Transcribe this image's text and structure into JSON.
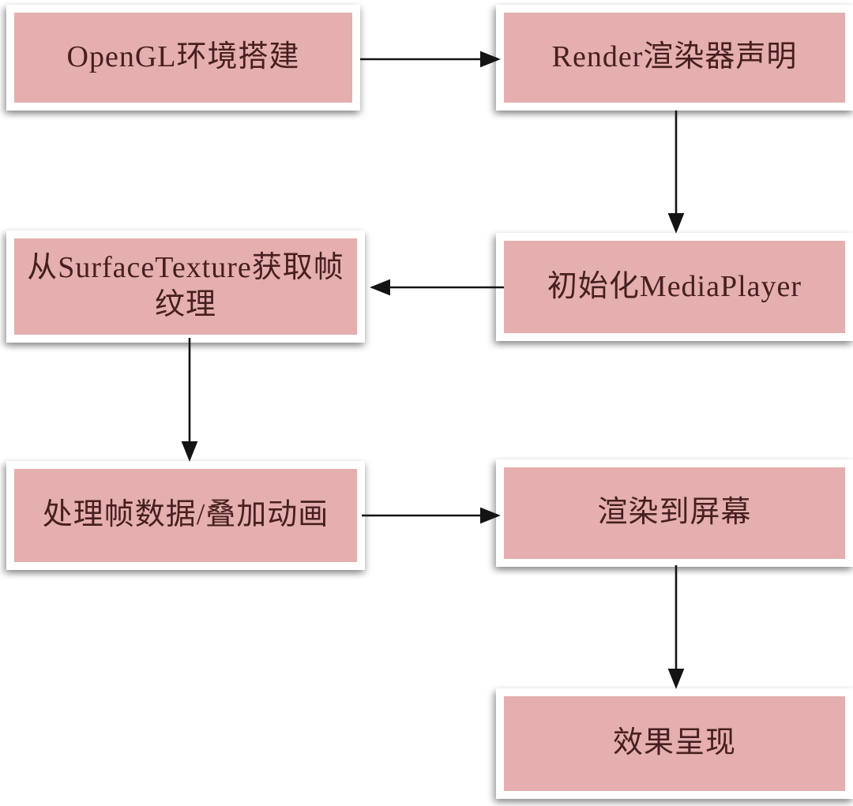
{
  "diagram": {
    "type": "flowchart",
    "nodes": [
      {
        "id": "opengl-env-setup",
        "label": "OpenGL环境搭建"
      },
      {
        "id": "render-declaration",
        "label": "Render渲染器声明"
      },
      {
        "id": "init-mediaplayer",
        "label": "初始化MediaPlayer"
      },
      {
        "id": "get-frame-texture",
        "label": "从SurfaceTexture获取帧纹理"
      },
      {
        "id": "process-frame-data",
        "label": "处理帧数据/叠加动画"
      },
      {
        "id": "render-to-screen",
        "label": "渲染到屏幕"
      },
      {
        "id": "effect-presentation",
        "label": "效果呈现"
      }
    ],
    "edges": [
      {
        "from": "opengl-env-setup",
        "to": "render-declaration",
        "direction": "right"
      },
      {
        "from": "render-declaration",
        "to": "init-mediaplayer",
        "direction": "down"
      },
      {
        "from": "init-mediaplayer",
        "to": "get-frame-texture",
        "direction": "left"
      },
      {
        "from": "get-frame-texture",
        "to": "process-frame-data",
        "direction": "down"
      },
      {
        "from": "process-frame-data",
        "to": "render-to-screen",
        "direction": "right"
      },
      {
        "from": "render-to-screen",
        "to": "effect-presentation",
        "direction": "down"
      }
    ],
    "colors": {
      "node_fill": "#e4afae",
      "node_border": "#ffffff",
      "node_text": "#46201f",
      "arrow": "#141414",
      "background": "#ffffff"
    }
  }
}
